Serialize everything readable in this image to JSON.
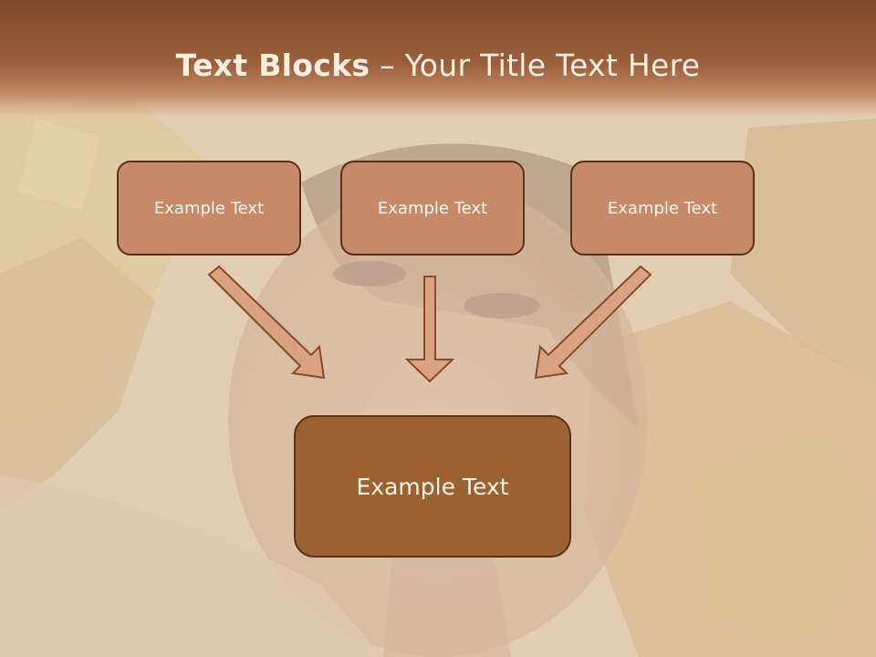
{
  "slide": {
    "title_bold": "Text Blocks",
    "title_rest": " – Your Title Text Here"
  },
  "boxes": {
    "left": "Example Text",
    "middle": "Example Text",
    "right": "Example Text",
    "bottom": "Example Text"
  },
  "colors": {
    "header": "#8f5632",
    "small_box_fill": "#c6896a",
    "big_box_fill": "#9b6133",
    "border": "#5a3118",
    "arrow_fill": "#d9a383"
  }
}
